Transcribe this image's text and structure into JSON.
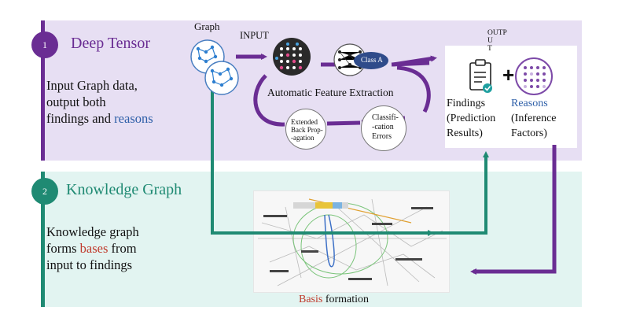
{
  "section1": {
    "number": "1",
    "title": "Deep Tensor",
    "desc_lines": [
      "Input Graph data,",
      "output both",
      "findings and "
    ],
    "desc_highlight": "reasons"
  },
  "section2": {
    "number": "2",
    "title": "Knowledge Graph",
    "desc_line1": "Knowledge graph",
    "desc_line2_pre": "forms ",
    "desc_highlight": "bases",
    "desc_line2_post": " from",
    "desc_line3": "input to findings"
  },
  "labels": {
    "graph": "Graph",
    "input": "INPUT",
    "output_line1": "OUTPU",
    "output_line2": "T",
    "automatic_feature_extraction": "Automatic Feature Extraction",
    "class_a": "Class A",
    "back_propagation": [
      "Extended",
      "Back Prop-",
      "-agation"
    ],
    "classification_errors": [
      "Classifi-",
      "-cation",
      "Errors"
    ],
    "plus": "+"
  },
  "findings": {
    "lines": [
      "Findings",
      "(Prediction",
      "Results)"
    ]
  },
  "reasons": {
    "title": "Reasons",
    "lines": [
      "(Inference",
      "Factors)"
    ]
  },
  "basis": {
    "highlight": "Basis",
    "rest": " formation"
  },
  "colors": {
    "purple": "#6a2d93",
    "teal": "#1f8a73",
    "blue_text": "#2e5fa8",
    "red_text": "#c0392b",
    "panel1_bg": "#e7dff3",
    "panel2_bg": "#e2f4f1"
  },
  "icons": [
    "clipboard-check-icon",
    "tensor-grid-icon",
    "neural-network-icon"
  ]
}
